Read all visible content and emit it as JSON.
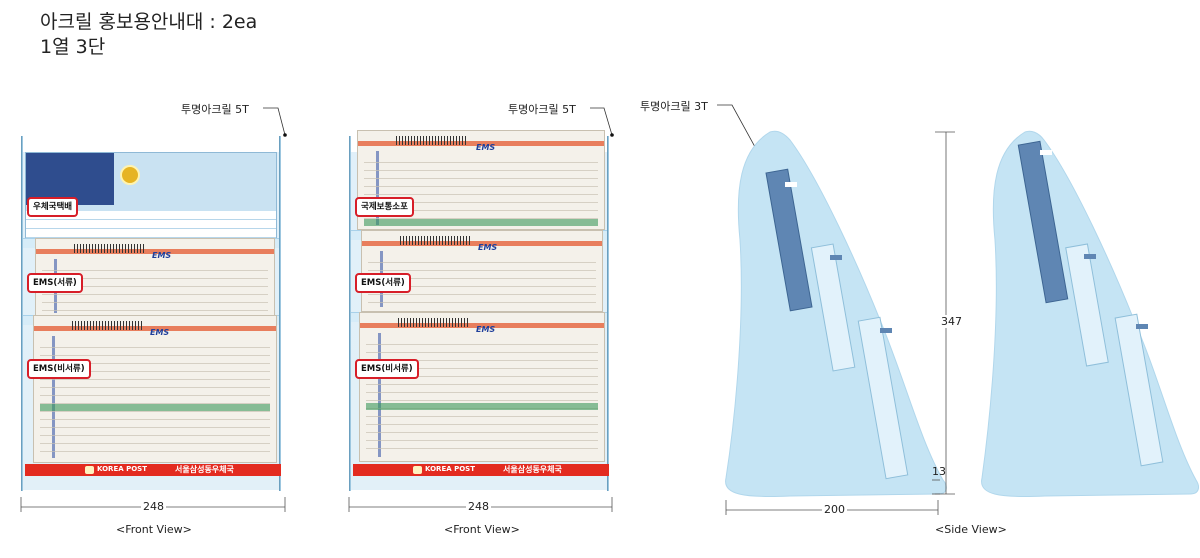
{
  "title": {
    "line1": "아크릴 홍보용안내대 : 2ea",
    "line2": "1열 3단"
  },
  "callouts": {
    "acrylic_5t": "투명아크릴 5T",
    "acrylic_3t": "투명아크릴 3T"
  },
  "front_view_1": {
    "tags": [
      "우체국택배",
      "EMS(서류)",
      "EMS(비서류)"
    ],
    "width_dim": "248",
    "label": "<Front View>"
  },
  "front_view_2": {
    "tags": [
      "국제보통소포",
      "EMS(서류)",
      "EMS(비서류)"
    ],
    "width_dim": "248",
    "label": "<Front View>"
  },
  "footer_strip": {
    "brand": "KOREA POST",
    "office": "서울삼성동우체국"
  },
  "side_view": {
    "height_dim": "347",
    "small_dim": "13",
    "depth_dim": "200",
    "label": "<Side View>"
  },
  "colors": {
    "acrylic": "#bfe0f2",
    "tag_border": "#d71e28",
    "post_red": "#e32b20",
    "ems_blue": "#1f3f9b"
  }
}
